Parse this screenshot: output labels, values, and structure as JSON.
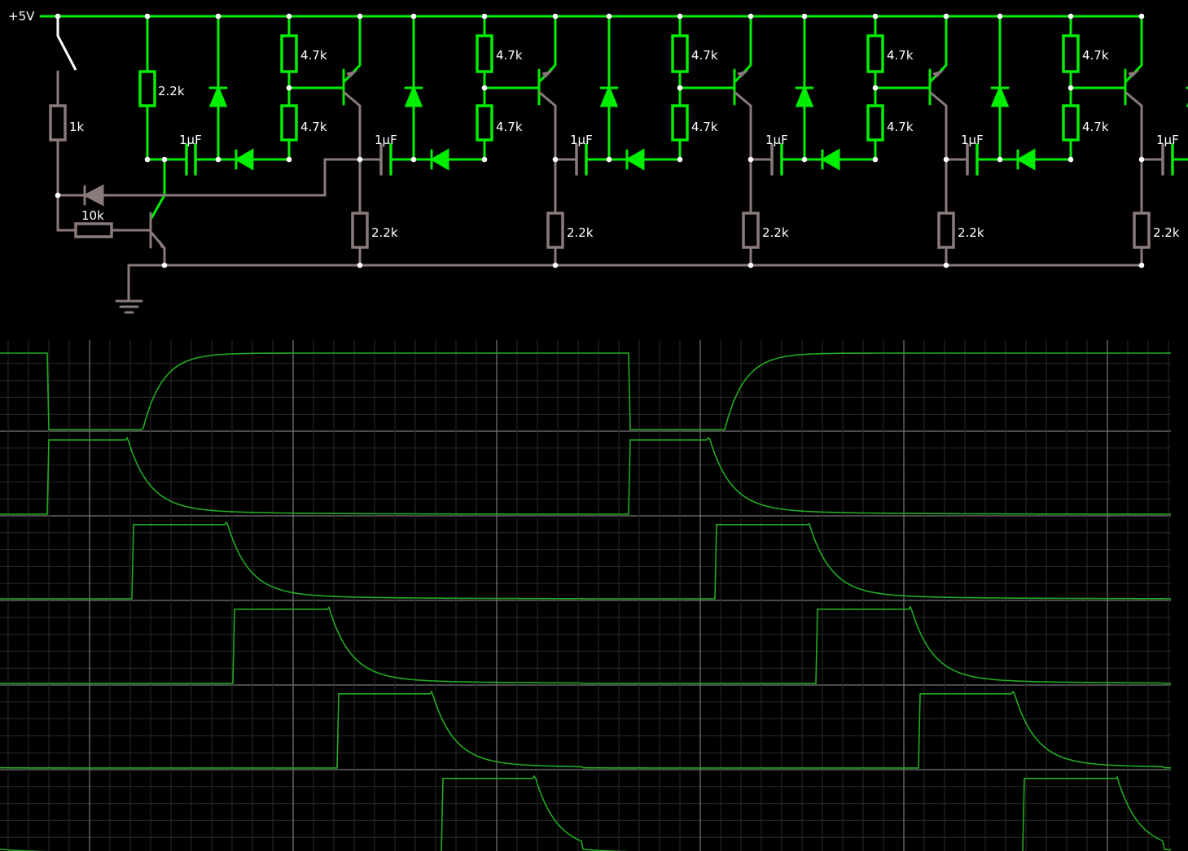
{
  "supply_label": "+5V",
  "colors": {
    "active_wire": "#00ee00",
    "inactive_wire": "#8a7a7a",
    "node_dot": "#ffffff",
    "switch": "#ffffff",
    "background": "#000000",
    "scope_trace": "#22aa22",
    "scope_grid": "#2e2e2e",
    "scope_major": "#777777"
  },
  "input_stage": {
    "series_resistor": "1k",
    "base_resistor": "10k",
    "collector_resistor": "2.2k"
  },
  "stages": [
    {
      "r_top": "4.7k",
      "r_bottom": "4.7k",
      "cap": "1µF",
      "r_emitter": "2.2k"
    },
    {
      "r_top": "4.7k",
      "r_bottom": "4.7k",
      "cap": "1µF",
      "r_emitter": "2.2k"
    },
    {
      "r_top": "4.7k",
      "r_bottom": "4.7k",
      "cap": "1µF",
      "r_emitter": "2.2k"
    },
    {
      "r_top": "4.7k",
      "r_bottom": "4.7k",
      "cap": "1µF",
      "r_emitter": "2.2k"
    },
    {
      "r_top": "4.7k",
      "r_bottom": "4.7k",
      "cap": "1µF",
      "r_emitter": "2.2k"
    }
  ],
  "scope": {
    "traces": 6,
    "period_fraction": 0.497,
    "trace_timing": [
      {
        "fall": 0.041,
        "rise": 0.122
      },
      {
        "rise": 0.041,
        "fall": 0.108
      },
      {
        "rise": 0.114,
        "fall": 0.193
      },
      {
        "rise": 0.2,
        "fall": 0.28
      },
      {
        "rise": 0.288,
        "fall": 0.368
      },
      {
        "rise": 0.377,
        "fall": 0.456
      }
    ]
  }
}
